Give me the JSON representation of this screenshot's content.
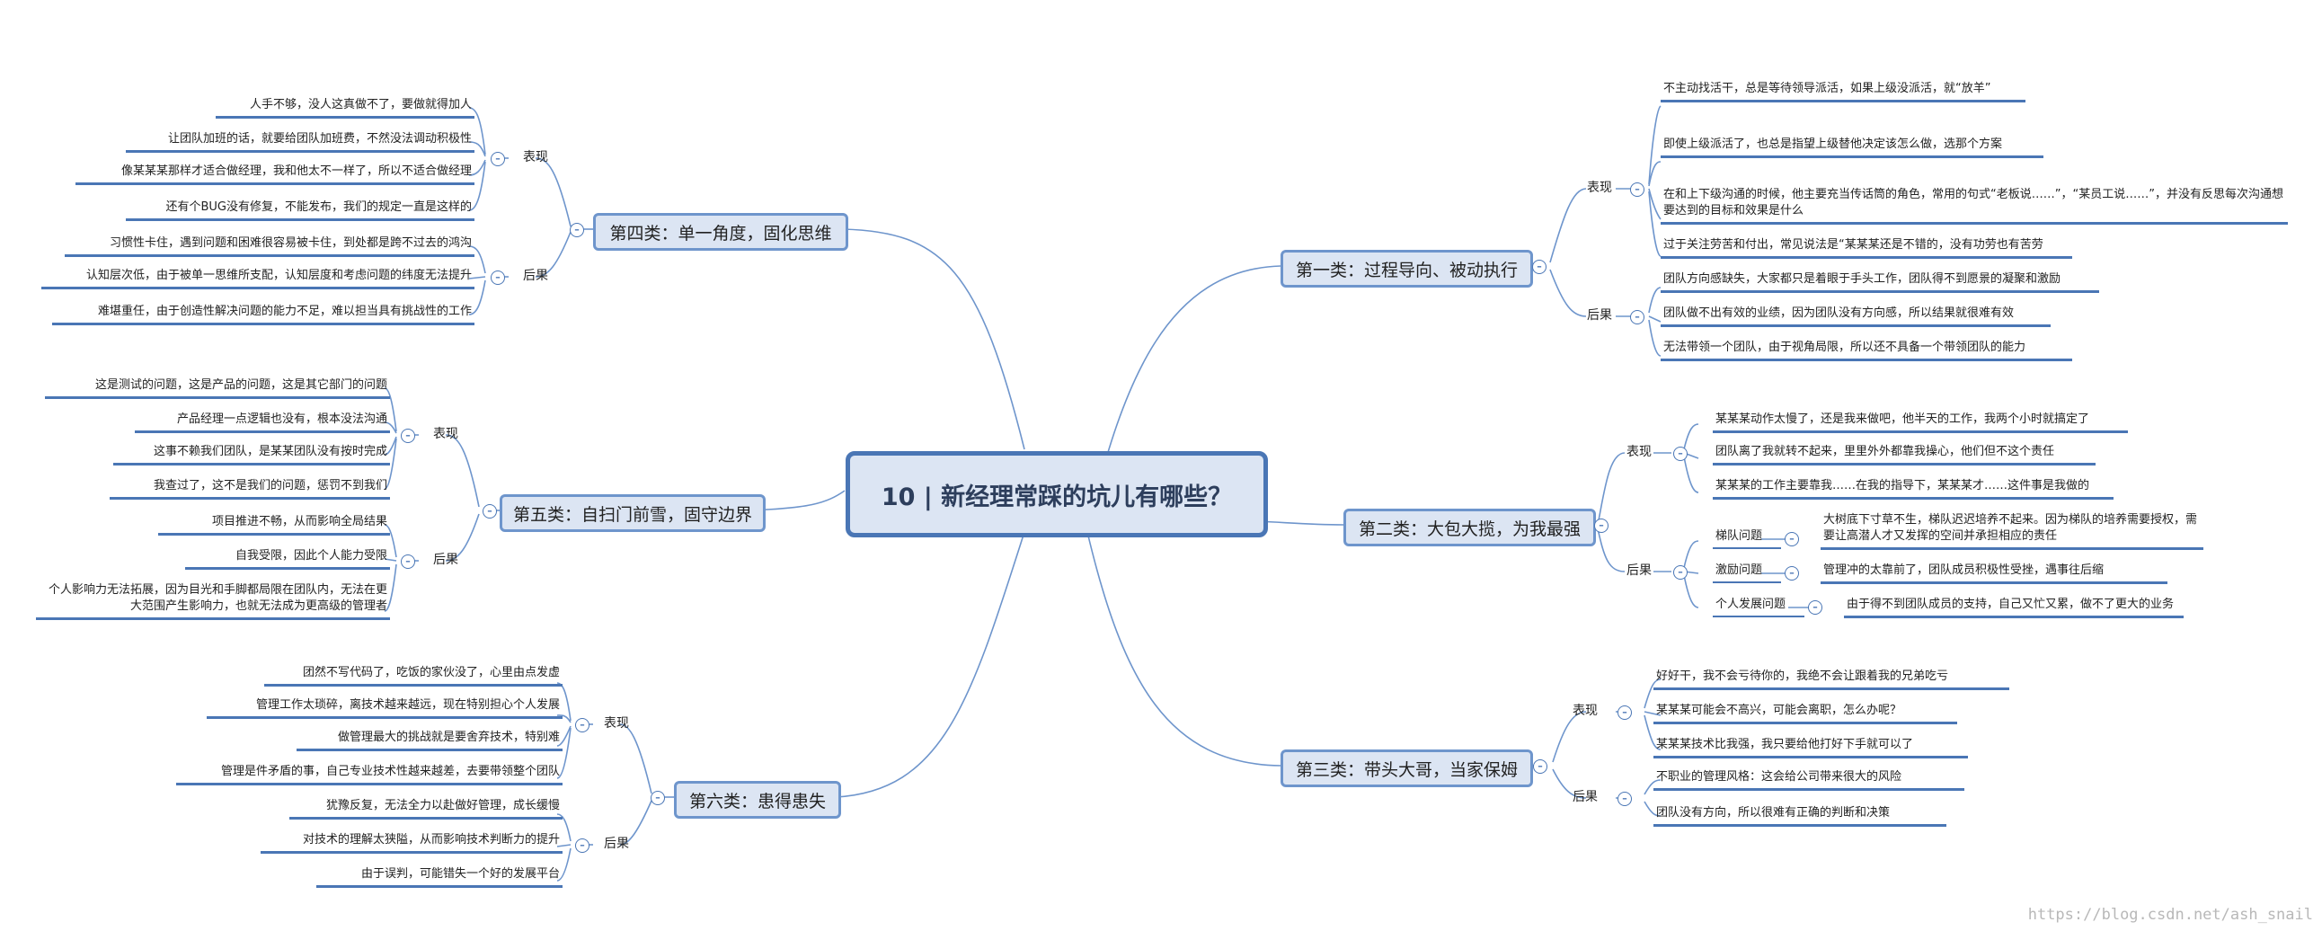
{
  "center": {
    "title": "10 | 新经理常踩的坑儿有哪些？"
  },
  "branches": {
    "b1": {
      "title": "第一类：过程导向、被动执行",
      "g1": {
        "label": "表现",
        "items": [
          "不主动找活干，总是等待领导派活，如果上级没派活，就“放羊”",
          "即使上级派活了，也总是指望上级替他决定该怎么做，选那个方案",
          "在和上下级沟通的时候，他主要充当传话筒的角色，常用的句式“老板说……”，“某员工说……”，并没有反思每次沟通想要达到的目标和效果是什么",
          "过于关注劳苦和付出，常见说法是“某某某还是不错的，没有功劳也有苦劳"
        ]
      },
      "g2": {
        "label": "后果",
        "items": [
          "团队方向感缺失，大家都只是着眼于手头工作，团队得不到愿景的凝聚和激励",
          "团队做不出有效的业绩，因为团队没有方向感，所以结果就很难有效",
          "无法带领一个团队，由于视角局限，所以还不具备一个带领团队的能力"
        ]
      }
    },
    "b2": {
      "title": "第二类：大包大揽，为我最强",
      "g1": {
        "label": "表现",
        "items": [
          "某某某动作太慢了，还是我来做吧，他半天的工作，我两个小时就搞定了",
          "团队离了我就转不起来，里里外外都靠我操心，他们但不这个责任",
          "某某某的工作主要靠我……在我的指导下，某某某才……这件事是我做的"
        ]
      },
      "g2": {
        "label": "后果",
        "subs": [
          {
            "label": "梯队问题",
            "item": "大树底下寸草不生，梯队迟迟培养不起来。因为梯队的培养需要授权，需要让高潜人才又发挥的空间并承担相应的责任"
          },
          {
            "label": "激励问题",
            "item": "管理冲的太靠前了，团队成员积极性受挫，遇事往后缩"
          },
          {
            "label": "个人发展问题",
            "item": "由于得不到团队成员的支持，自己又忙又累，做不了更大的业务"
          }
        ]
      }
    },
    "b3": {
      "title": "第三类：带头大哥，当家保姆",
      "g1": {
        "label": "表现",
        "items": [
          "好好干，我不会亏待你的，我绝不会让跟着我的兄弟吃亏",
          "某某某可能会不高兴，可能会离职，怎么办呢？",
          "某某某技术比我强，我只要给他打好下手就可以了"
        ]
      },
      "g2": {
        "label": "后果",
        "items": [
          "不职业的管理风格：这会给公司带来很大的风险",
          "团队没有方向，所以很难有正确的判断和决策"
        ]
      }
    },
    "b4": {
      "title": "第四类：单一角度，固化思维",
      "g1": {
        "label": "表现",
        "items": [
          "人手不够，没人这真做不了，要做就得加人",
          "让团队加班的话，就要给团队加班费，不然没法调动积极性",
          "像某某某那样才适合做经理，我和他太不一样了，所以不适合做经理",
          "还有个BUG没有修复，不能发布，我们的规定一直是这样的"
        ]
      },
      "g2": {
        "label": "后果",
        "items": [
          "习惯性卡住，遇到问题和困难很容易被卡住，到处都是跨不过去的鸿沟",
          "认知层次低，由于被单一思维所支配，认知层度和考虑问题的纬度无法提升",
          "难堪重任，由于创造性解决问题的能力不足，难以担当具有挑战性的工作"
        ]
      }
    },
    "b5": {
      "title": "第五类：自扫门前雪，固守边界",
      "g1": {
        "label": "表现",
        "items": [
          "这是测试的问题，这是产品的问题，这是其它部门的问题",
          "产品经理一点逻辑也没有，根本没法沟通",
          "这事不赖我们团队，是某某团队没有按时完成",
          "我查过了，这不是我们的问题，惩罚不到我们"
        ]
      },
      "g2": {
        "label": "后果",
        "items": [
          "项目推进不畅，从而影响全局结果",
          "自我受限，因此个人能力受限",
          "个人影响力无法拓展，因为目光和手脚都局限在团队内，无法在更大范围产生影响力，也就无法成为更高级的管理者"
        ]
      }
    },
    "b6": {
      "title": "第六类：患得患失",
      "g1": {
        "label": "表现",
        "items": [
          "团然不写代码了，吃饭的家伙没了，心里由点发虚",
          "管理工作太琐碎，离技术越来越远，现在特别担心个人发展",
          "做管理最大的挑战就是要舍弃技术，特别难",
          "管理是件矛盾的事，自己专业技术性越来越差，去要带领整个团队"
        ]
      },
      "g2": {
        "label": "后果",
        "items": [
          "犹豫反复，无法全力以赴做好管理，成长缓慢",
          "对技术的理解太狭隘，从而影响技术判断力的提升",
          "由于误判，可能错失一个好的发展平台"
        ]
      }
    }
  },
  "watermark": "https://blog.csdn.net/ash_snail",
  "colors": {
    "line": "#6e95cc",
    "node_fill": "#dce5f3",
    "node_border": "#4a76b5"
  }
}
